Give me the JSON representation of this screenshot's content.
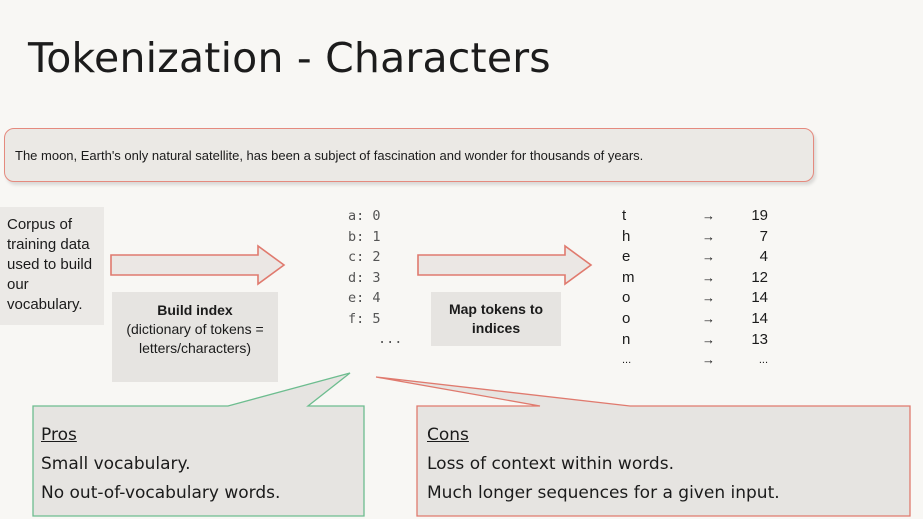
{
  "slide": {
    "title": "Tokenization - Characters",
    "corpus_sentence": "The moon, Earth's only natural satellite, has been a subject of fascination and wonder for thousands of years.",
    "left_label": "Corpus of training data used to build our vocabulary.",
    "build_index": {
      "heading": "Build index",
      "detail": "(dictionary of tokens = letters/characters)"
    },
    "dictionary": [
      "a: 0",
      "b: 1",
      "c: 2",
      "d: 3",
      "e: 4",
      "f: 5"
    ],
    "dictionary_ellipsis": "...",
    "map_tokens_label": "Map tokens to indices",
    "token_map": [
      {
        "token": "t",
        "arrow": "→",
        "index": "19"
      },
      {
        "token": "h",
        "arrow": "→",
        "index": "7"
      },
      {
        "token": "e",
        "arrow": "→",
        "index": "4"
      },
      {
        "token": "m",
        "arrow": "→",
        "index": "12"
      },
      {
        "token": "o",
        "arrow": "→",
        "index": "14"
      },
      {
        "token": "o",
        "arrow": "→",
        "index": "14"
      },
      {
        "token": "n",
        "arrow": "→",
        "index": "13"
      },
      {
        "token": "...",
        "arrow": "→",
        "index": "..."
      }
    ],
    "pros": {
      "heading": "Pros",
      "items": [
        "Small vocabulary.",
        "No out-of-vocabulary words."
      ]
    },
    "cons": {
      "heading": "Cons",
      "items": [
        "Loss of context within words.",
        "Much longer sequences for a given input."
      ]
    }
  },
  "colors": {
    "corpus_border": "#e58a7e",
    "arrow_outline": "#e07a6e",
    "pros_border": "#6dbd8f",
    "cons_border": "#e07a6e",
    "box_fill": "#e6e4e1"
  }
}
